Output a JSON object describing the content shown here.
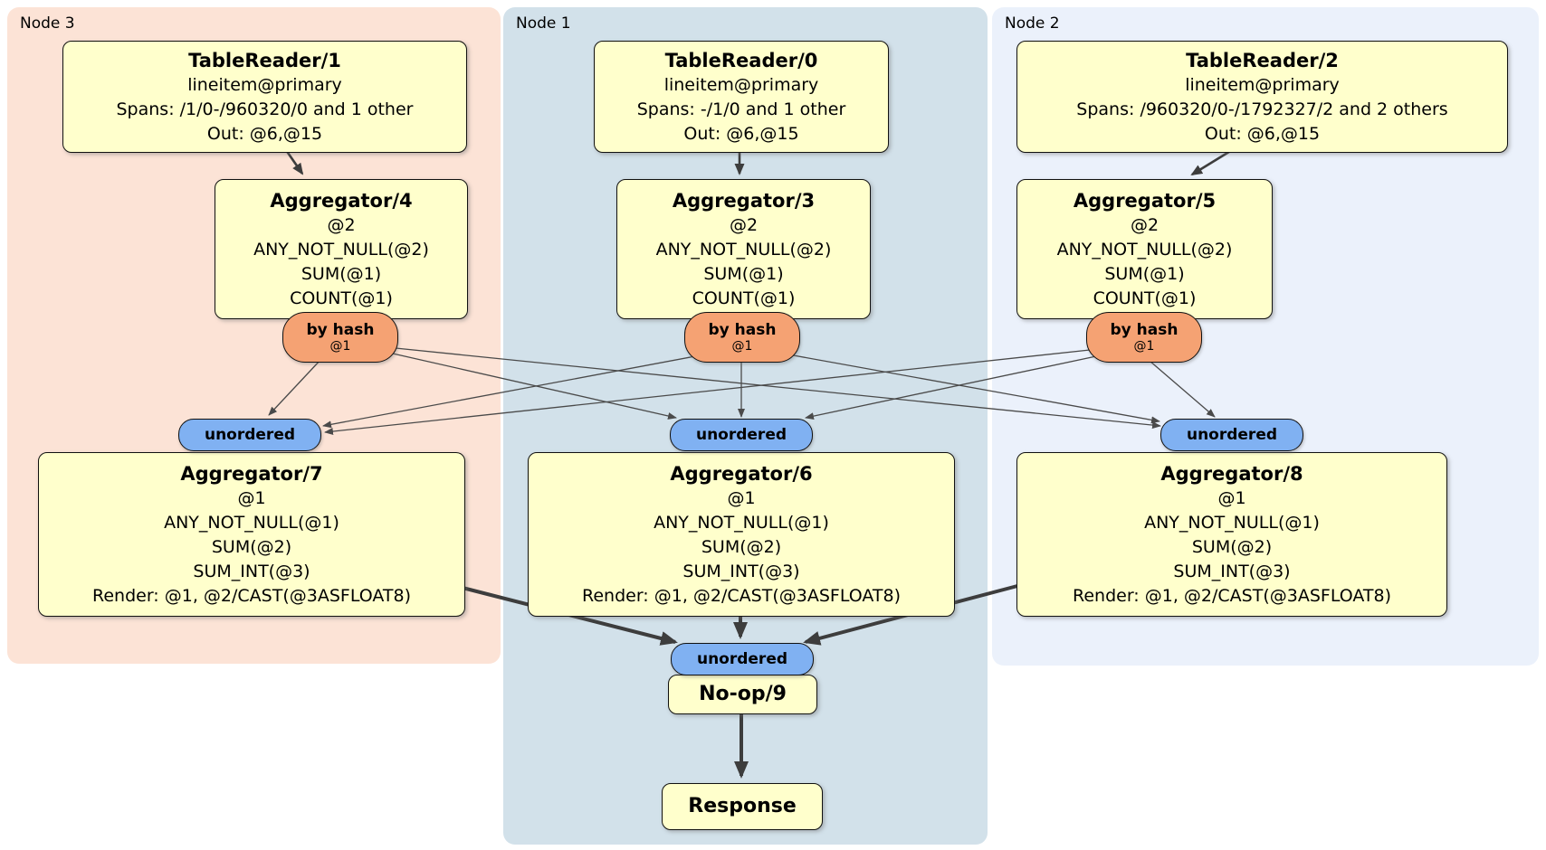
{
  "panels": {
    "node3": {
      "label": "Node 3"
    },
    "node1": {
      "label": "Node 1"
    },
    "node2": {
      "label": "Node 2"
    }
  },
  "boxes": {
    "tr1": {
      "title": "TableReader/1",
      "lines": [
        "lineitem@primary",
        "Spans: /1/0-/960320/0 and 1 other",
        "Out: @6,@15"
      ]
    },
    "tr0": {
      "title": "TableReader/0",
      "lines": [
        "lineitem@primary",
        "Spans: -/1/0 and 1 other",
        "Out: @6,@15"
      ]
    },
    "tr2": {
      "title": "TableReader/2",
      "lines": [
        "lineitem@primary",
        "Spans: /960320/0-/1792327/2 and 2 others",
        "Out: @6,@15"
      ]
    },
    "agg4": {
      "title": "Aggregator/4",
      "lines": [
        "@2",
        "ANY_NOT_NULL(@2)",
        "SUM(@1)",
        "COUNT(@1)"
      ]
    },
    "agg3": {
      "title": "Aggregator/3",
      "lines": [
        "@2",
        "ANY_NOT_NULL(@2)",
        "SUM(@1)",
        "COUNT(@1)"
      ]
    },
    "agg5": {
      "title": "Aggregator/5",
      "lines": [
        "@2",
        "ANY_NOT_NULL(@2)",
        "SUM(@1)",
        "COUNT(@1)"
      ]
    },
    "agg7": {
      "title": "Aggregator/7",
      "lines": [
        "@1",
        "ANY_NOT_NULL(@1)",
        "SUM(@2)",
        "SUM_INT(@3)",
        "Render: @1, @2/CAST(@3ASFLOAT8)"
      ]
    },
    "agg6": {
      "title": "Aggregator/6",
      "lines": [
        "@1",
        "ANY_NOT_NULL(@1)",
        "SUM(@2)",
        "SUM_INT(@3)",
        "Render: @1, @2/CAST(@3ASFLOAT8)"
      ]
    },
    "agg8": {
      "title": "Aggregator/8",
      "lines": [
        "@1",
        "ANY_NOT_NULL(@1)",
        "SUM(@2)",
        "SUM_INT(@3)",
        "Render: @1, @2/CAST(@3ASFLOAT8)"
      ]
    },
    "noop": {
      "title": "No-op/9"
    },
    "response": {
      "title": "Response"
    }
  },
  "ovals": {
    "byhash": {
      "label": "by hash",
      "sub": "@1"
    },
    "unordered": {
      "label": "unordered"
    }
  },
  "colors": {
    "panel_node3": "#fce3d6",
    "panel_node1": "#d2e1ea",
    "panel_node2": "#ebf1fb",
    "box_fill": "#ffffcc",
    "byhash_fill": "#f5a273",
    "unordered_fill": "#80b1f2",
    "edge": "#3d3d3d"
  }
}
